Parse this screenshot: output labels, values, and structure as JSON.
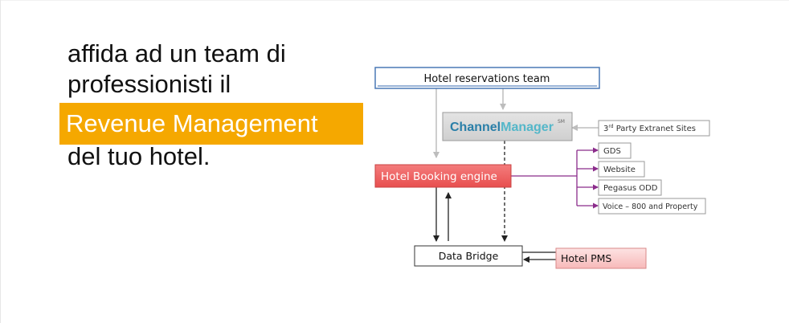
{
  "headline": {
    "line1": "affida ad un team di",
    "line2": "professionisti il",
    "highlight": "Revenue Management",
    "line4": "del tuo hotel."
  },
  "diagram": {
    "reservations_team": "Hotel reservations team",
    "channel_manager": {
      "word1": "Channel",
      "word2": "Manager",
      "mark": "SM"
    },
    "third_party": {
      "prefix": "3",
      "sup": "rd",
      "rest": " Party Extranet Sites"
    },
    "booking_engine": "Hotel Booking engine",
    "channels": [
      "GDS",
      "Website",
      "Pegasus ODD",
      "Voice – 800 and Property"
    ],
    "data_bridge": "Data Bridge",
    "hotel_pms": "Hotel PMS"
  },
  "colors": {
    "accent": "#f5a800",
    "booking_fill": "#f26b6b",
    "pms_fill": "#fbd3d3",
    "channel_manager_fill": "#d9d9d9",
    "reservation_border": "#4a78b5",
    "channel_lines": "#8b2c8b"
  }
}
